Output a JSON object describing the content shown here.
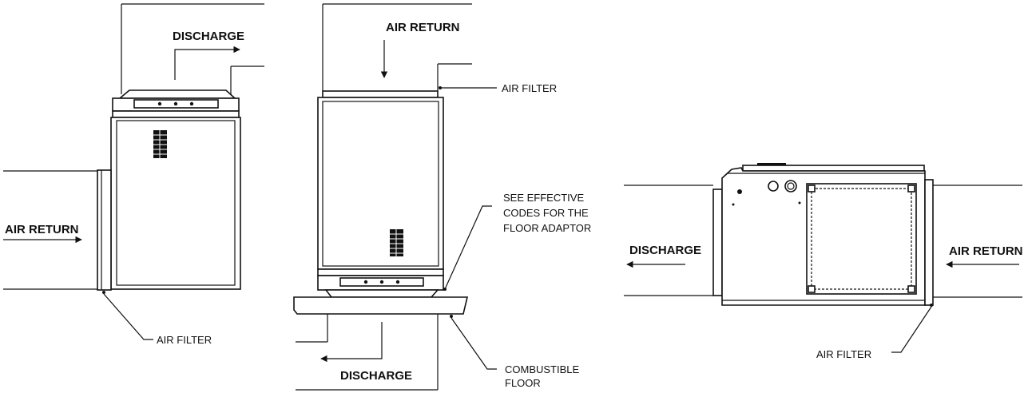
{
  "labels": {
    "discharge": "DISCHARGE",
    "air_return": "AIR RETURN",
    "air_filter": "AIR FILTER",
    "codes_line1": "SEE EFFECTIVE",
    "codes_line2": "CODES FOR THE",
    "codes_line3": "FLOOR ADAPTOR",
    "combustible_line1": "COMBUSTIBLE",
    "combustible_line2": "FLOOR"
  }
}
